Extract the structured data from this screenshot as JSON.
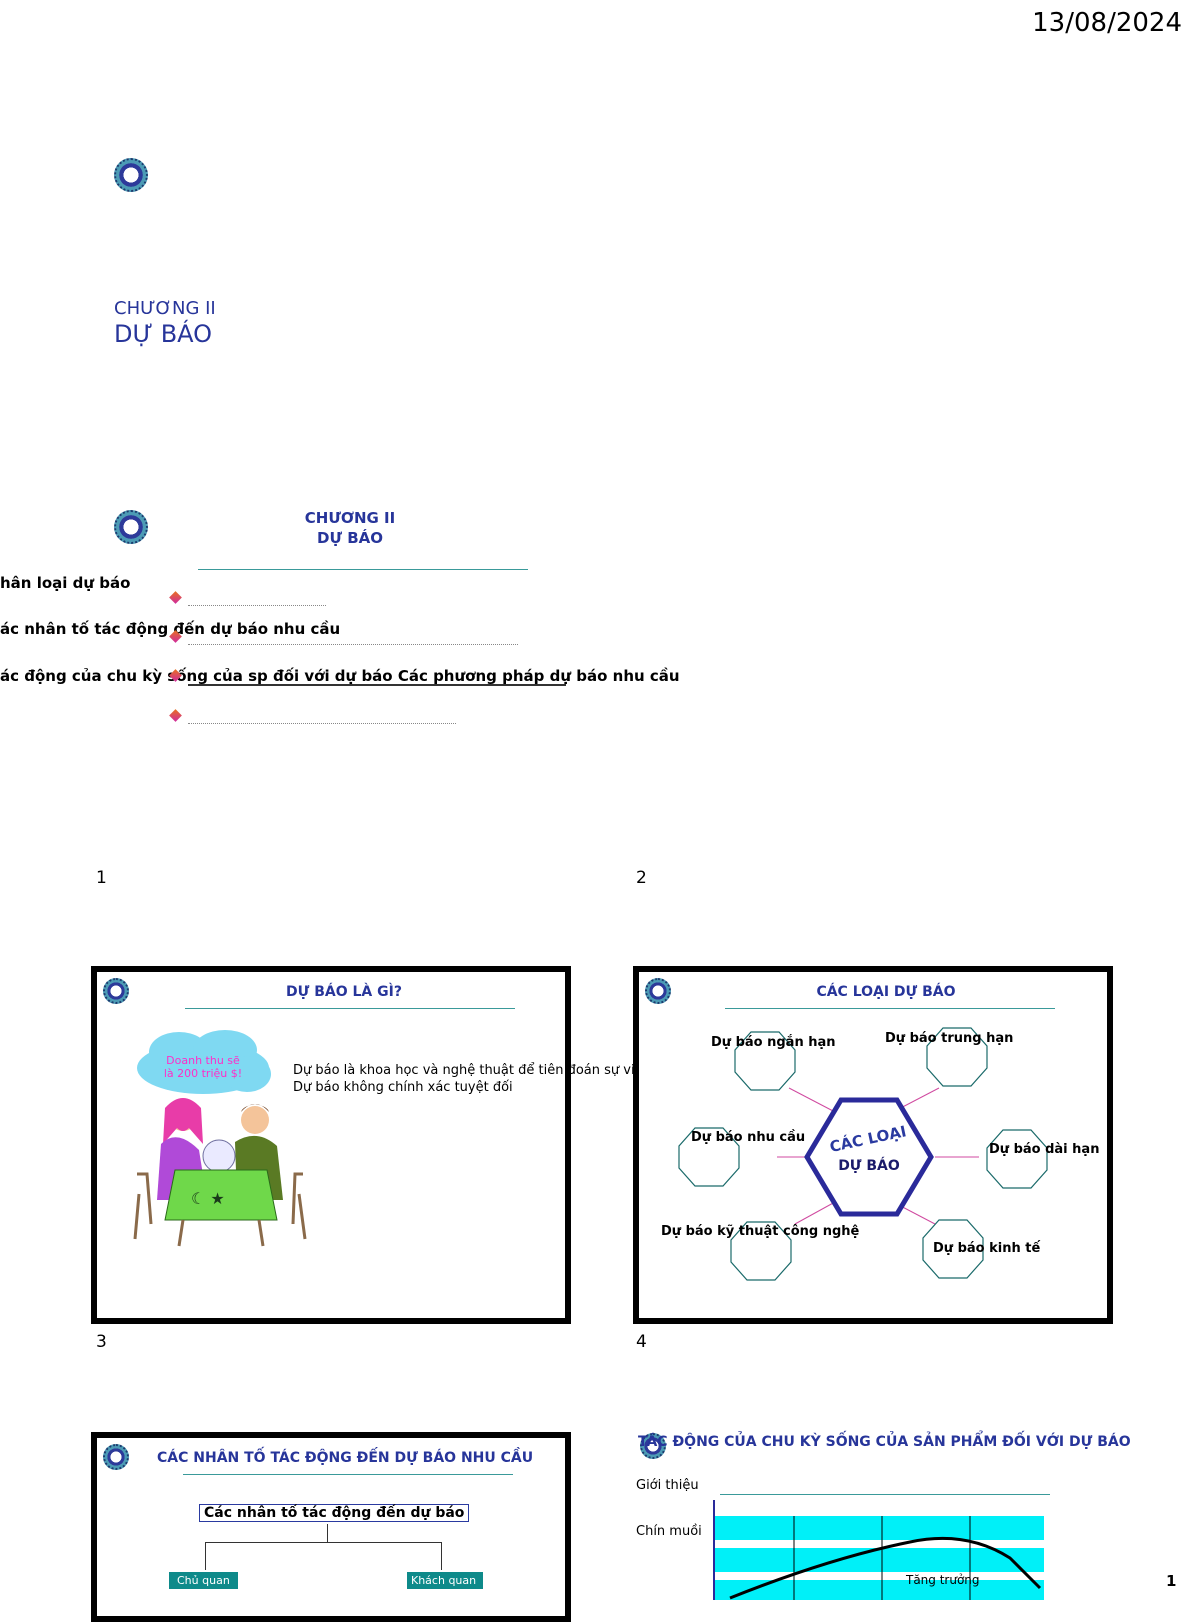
{
  "header": {
    "date": "13/08/2024"
  },
  "slide1": {
    "chapter": "CHƯƠNG II",
    "title": "DỰ BÁO",
    "number": "1"
  },
  "slide2": {
    "chapter": "CHƯƠNG II",
    "title": "DỰ BÁO",
    "number": "2",
    "items": [
      "hân loại dự báo",
      "ác nhân tố tác động đến dự báo nhu cầu",
      "ác động của chu kỳ sống của sp đối với dự báo Các phương pháp dự báo nhu cầu"
    ]
  },
  "slide3": {
    "number": "3",
    "title": "DỰ BÁO LÀ GÌ?",
    "bubble_line1": "Doanh thu sẽ",
    "bubble_line2": "là 200 triệu $!",
    "line1": "Dự báo là khoa học và nghệ thuật để tiên đoán sự việc sẽ xảy ra trong tương lai",
    "line2": "Dự báo không chính xác tuyệt đối"
  },
  "slide4": {
    "number": "4",
    "title": "CÁC LOẠI DỰ BÁO",
    "center_line1": "CÁC LOẠI",
    "center_line2": "DỰ BÁO",
    "types": [
      "Dự báo ngắn hạn",
      "Dự báo trung hạn",
      "Dự báo nhu cầu",
      "Dự báo dài hạn",
      "Dự báo kỹ thuật công nghệ",
      "Dự báo kinh tế"
    ]
  },
  "slide5": {
    "title": "CÁC NHÂN TỐ TÁC ĐỘNG ĐẾN DỰ BÁO NHU CẦU",
    "box": "Các nhân tố tác động đến dự báo",
    "left": "Chủ quan",
    "right": "Khách quan"
  },
  "slide6": {
    "title": "TÁC ĐỘNG CỦA CHU KỲ SỐNG CỦA SẢN PHẨM ĐỐI VỚI DỰ BÁO",
    "stage1": "Giới thiệu",
    "stage2": "Chín muồi",
    "stage3": "Tăng trưởng"
  },
  "footer": {
    "page": "1"
  }
}
